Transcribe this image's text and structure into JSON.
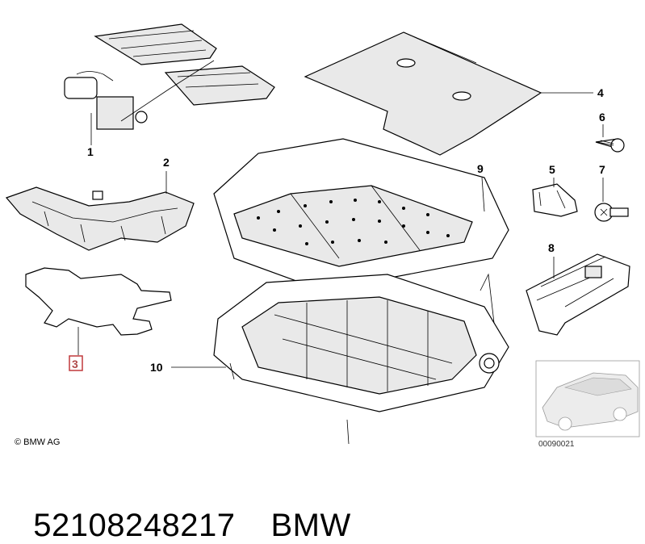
{
  "diagram": {
    "callouts": [
      {
        "id": "1",
        "label": "1"
      },
      {
        "id": "2",
        "label": "2"
      },
      {
        "id": "3",
        "label": "3",
        "highlighted": true
      },
      {
        "id": "4",
        "label": "4"
      },
      {
        "id": "5",
        "label": "5"
      },
      {
        "id": "6",
        "label": "6"
      },
      {
        "id": "7",
        "label": "7"
      },
      {
        "id": "8",
        "label": "8"
      },
      {
        "id": "9",
        "label": "9"
      },
      {
        "id": "10",
        "label": "10"
      }
    ],
    "highlight_color": "#c0393b",
    "copyright": "© BMW AG",
    "reference_number": "00090021"
  },
  "footer": {
    "part_number": "52108248217",
    "brand": "BMW"
  },
  "icons": [
    "seat-heating-element",
    "seat-frame",
    "car-silhouette"
  ]
}
